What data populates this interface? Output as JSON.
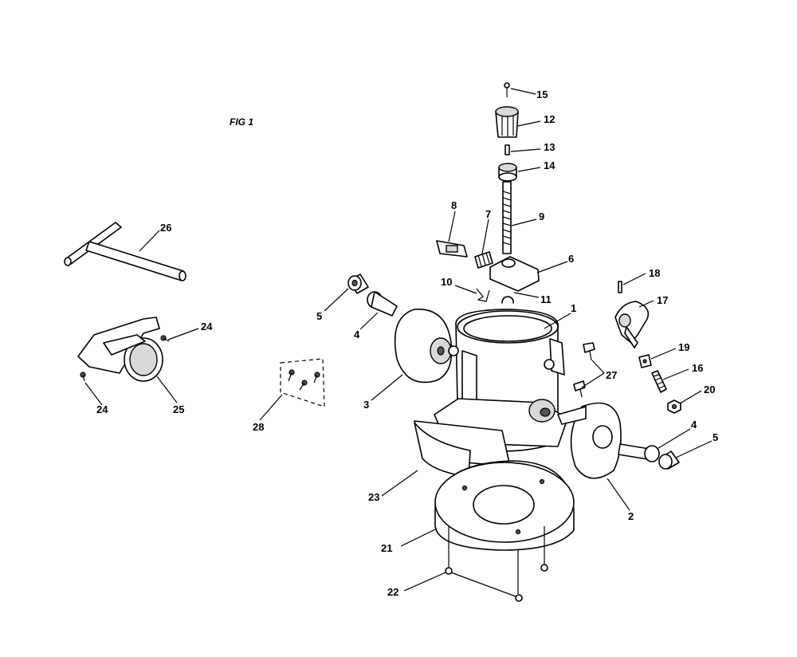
{
  "figure_label": "FIG 1",
  "callouts": [
    "1",
    "2",
    "3",
    "4",
    "5",
    "6",
    "7",
    "8",
    "9",
    "10",
    "11",
    "12",
    "13",
    "14",
    "15",
    "16",
    "17",
    "18",
    "19",
    "20",
    "21",
    "22",
    "23",
    "24",
    "25",
    "26",
    "27",
    "28"
  ]
}
